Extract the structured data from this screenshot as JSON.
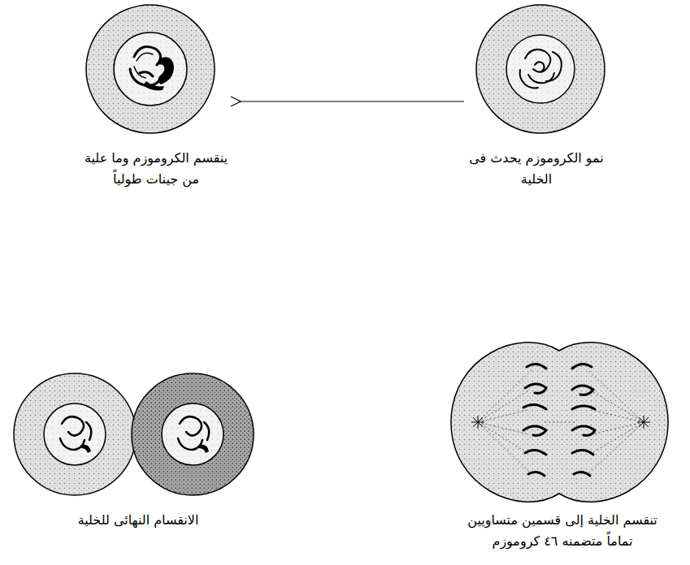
{
  "diagram": {
    "nodes": [
      {
        "text": [
          "نمو الكروموزم يحدث فى الخلية"
        ]
      },
      {
        "text": [
          "ينقسم الكروموزم وما علية من جينات طولياً"
        ]
      },
      {
        "text": [
          "تنقسم الخلية إلى قسمين متساويين تماماً متضمنه ٤٦ كروموزم"
        ]
      },
      {
        "text": [
          "الانقسام النهائى للخلية"
        ]
      }
    ],
    "edges": [
      {
        "from": 0,
        "to": 1,
        "arrow": "to"
      }
    ]
  }
}
